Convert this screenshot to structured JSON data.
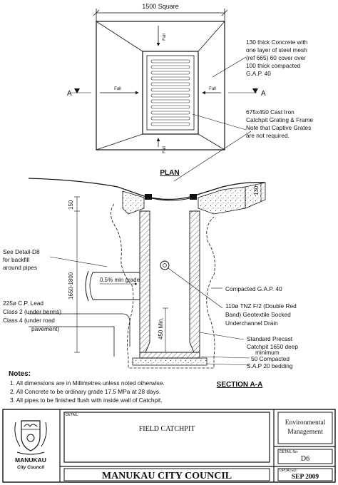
{
  "plan": {
    "dimension": "1500 Square",
    "fall": "Fall",
    "section_marker": "A",
    "title": "PLAN",
    "note_concrete": [
      "130 thick Concrete with",
      "one layer of steel mesh",
      "(ref 665) 60 cover over",
      "100 thick compacted",
      "G.A.P. 40"
    ],
    "note_grating": [
      "675x450 Cast Iron",
      "Catchpit Grating & Frame",
      "Note that Captive Grates",
      "are not required."
    ]
  },
  "section": {
    "title": "SECTION A-A",
    "dim_150": "150",
    "dim_depth": "1650-1800",
    "dim_130": "130",
    "dim_450": "450 Min.",
    "grade": "0.5% min grade",
    "left_note_detail": [
      "See Detail-D8",
      "for backfill",
      "around pipes"
    ],
    "left_note_lead": [
      "225ø C.P. Lead",
      "Class 2  (under berms)",
      "Class 4  (under road",
      "pavement)"
    ],
    "note_gap": "Compacted G.A.P. 40",
    "note_drain": [
      "110ø TNZ F/2 (Double Red",
      "Band) Geotextile Socked",
      "Underchannel Drain"
    ],
    "note_precast": [
      "Standard Precast",
      "Catchpit 1650 deep",
      "minimum"
    ],
    "note_compacted": "50 Compacted",
    "note_sap": "S.A.P 20 bedding"
  },
  "notes": {
    "heading": "Notes:",
    "items": [
      "1. All dimensions are in Millimetres unless noted otherwise.",
      "2. All Concrete to be ordinary grade 17.5 MPa at 28 days.",
      "3. All pipes to be finished flush with inside wall of Catchpit."
    ]
  },
  "title_block": {
    "logo_line1": "MANUKAU",
    "logo_line2": "City Council",
    "detail_label": "DETAIL:",
    "drawing_title": "FIELD CATCHPIT",
    "department_line1": "Environmental",
    "department_line2": "Management",
    "detail_no_label": "DETAIL No:",
    "detail_no": "D6",
    "organisation": "MANUKAU CITY COUNCIL",
    "updated_label": "UPDATED:",
    "updated": "SEP 2009"
  }
}
